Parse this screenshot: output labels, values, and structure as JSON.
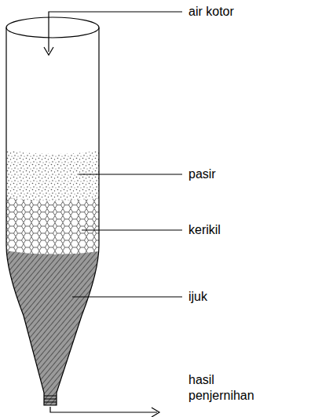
{
  "diagram": {
    "labels": [
      "air kotor",
      "pasir",
      "kerikil",
      "ijuk",
      "hasil penjernihan"
    ]
  }
}
